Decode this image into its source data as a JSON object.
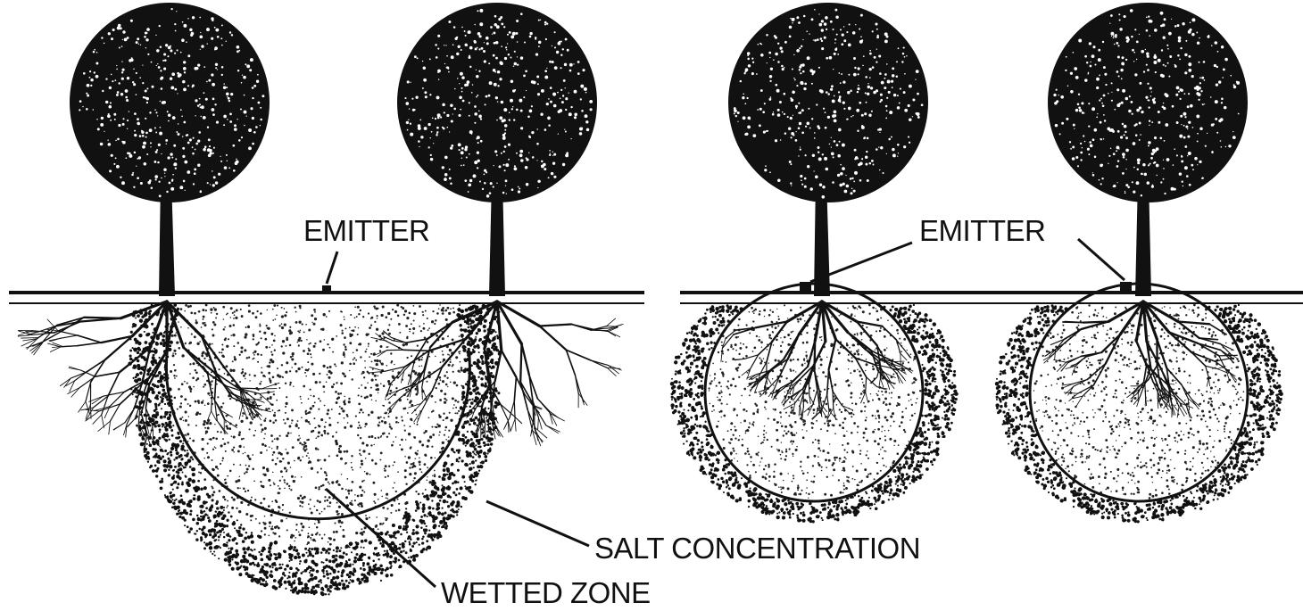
{
  "labels": {
    "emitter_left": "EMITTER",
    "emitter_right": "EMITTER",
    "salt_concentration": "SALT CONCENTRATION",
    "wetted_zone": "WETTED ZONE"
  },
  "colors": {
    "ink": "#111111",
    "background": "#ffffff"
  }
}
